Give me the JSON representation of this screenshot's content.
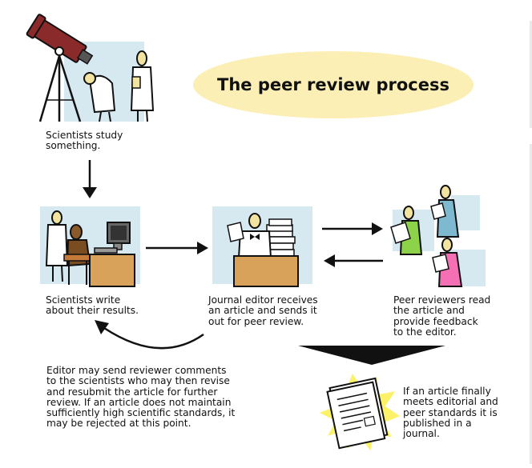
{
  "title": "The peer review process",
  "steps": {
    "study": "Scientists study\nsomething.",
    "write": "Scientists write\nabout their results.",
    "editor": "Journal editor receives\nan article and sends it\nout for peer review.",
    "reviewers": "Peer reviewers read\nthe article and\nprovide feedback\nto the editor.",
    "revise": "Editor may send reviewer comments\nto the scientists who may then revise\nand resubmit the article for further\nreview.  If an article does not maintain\nsufficiently high scientific standards, it\nmay be rejected at this point.",
    "publish": "If an article finally\nmeets editorial and\npeer standards it is\npublished in a\njournal."
  },
  "colors": {
    "panel_bg": "#d7e9f0",
    "title_bg": "#fbefb5",
    "telescope": "#8a2a2a",
    "star": "#fbf26a",
    "desk": "#d9a25a",
    "reviewer_green": "#8cd34a",
    "reviewer_blue": "#7fb9cf",
    "reviewer_pink": "#f56fb4",
    "skin": "#f2e3a0"
  },
  "icons": [
    "telescope-illustration",
    "scientists-observing-illustration",
    "scientists-at-computer-illustration",
    "editor-at-desk-illustration",
    "peer-reviewers-illustration",
    "journal-book-illustration"
  ]
}
